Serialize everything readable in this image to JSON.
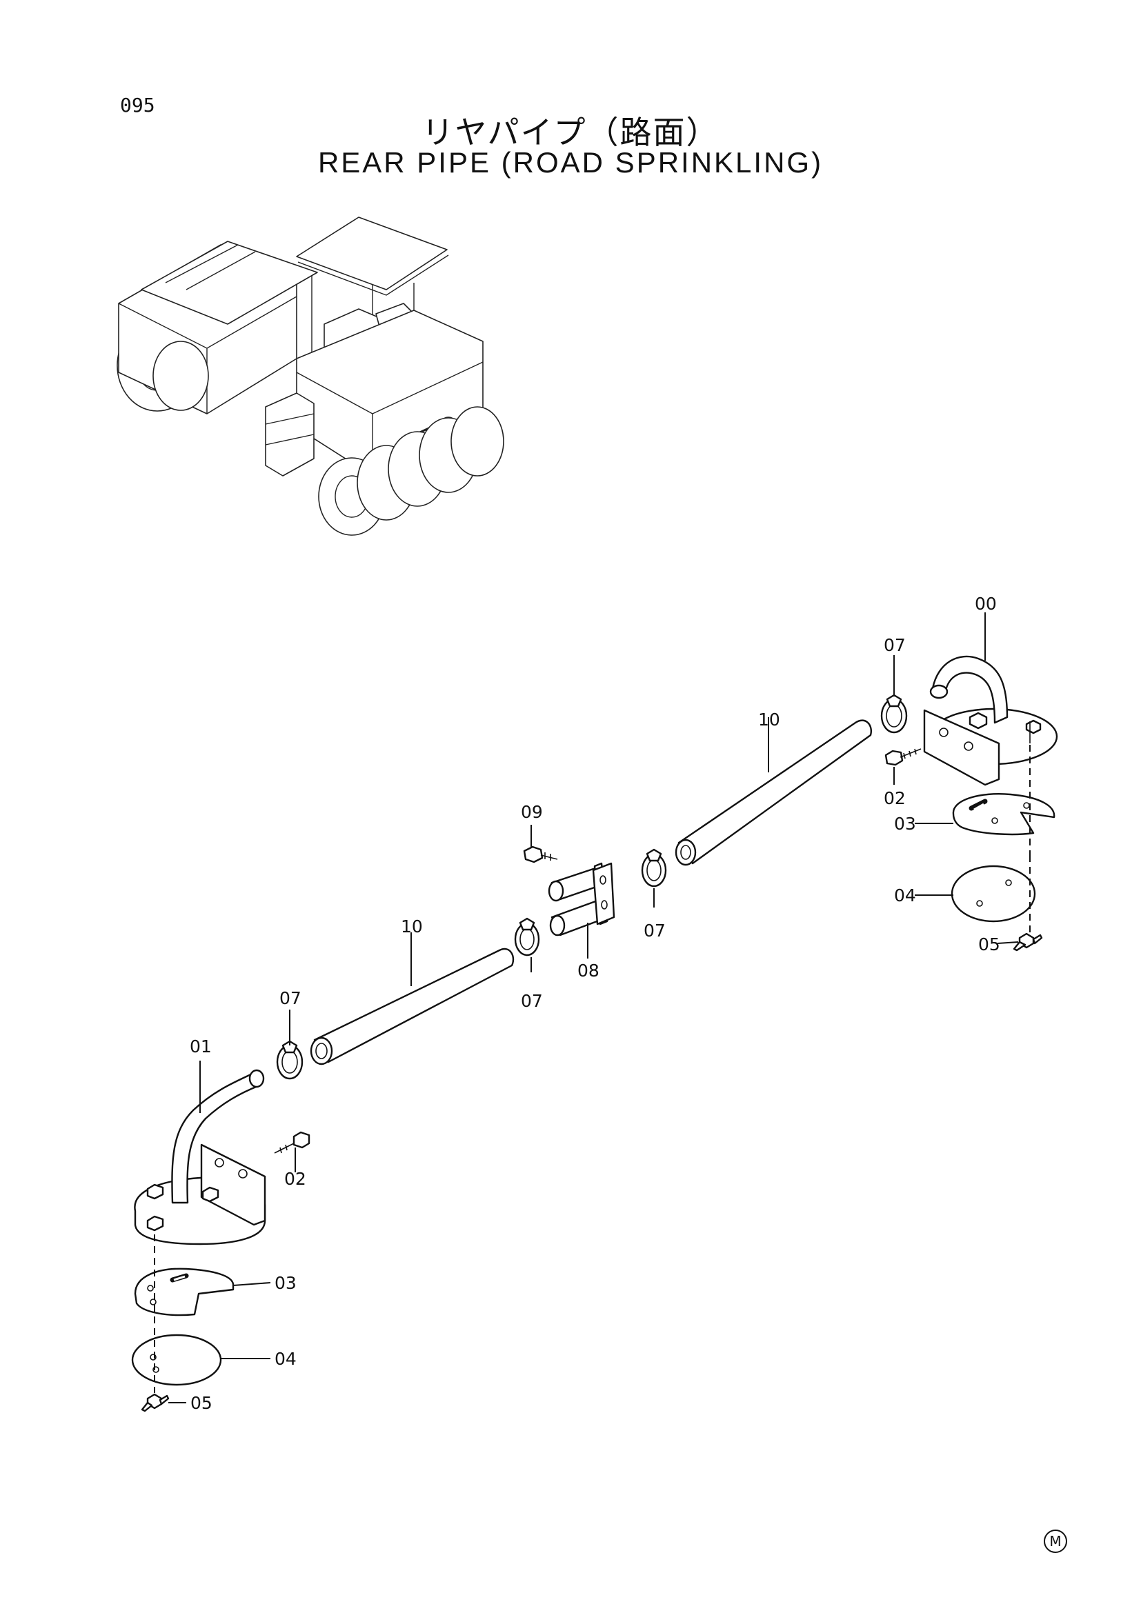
{
  "page": {
    "number": "095",
    "title_jp": "リヤパイプ（路面）",
    "title_en": "REAR PIPE (ROAD SPRINKLING)",
    "mark": "M"
  },
  "callouts": {
    "p00": "00",
    "p07_top": "07",
    "p10_right": "10",
    "p02_right": "02",
    "p03_right": "03",
    "p04_right": "04",
    "p05_right": "05",
    "p09": "09",
    "p07_mid_right": "07",
    "p08": "08",
    "p10_left": "10",
    "p07_mid_left": "07",
    "p07_left": "07",
    "p01": "01",
    "p02_left": "02",
    "p03_left": "03",
    "p04_left": "04",
    "p05_left": "05"
  }
}
